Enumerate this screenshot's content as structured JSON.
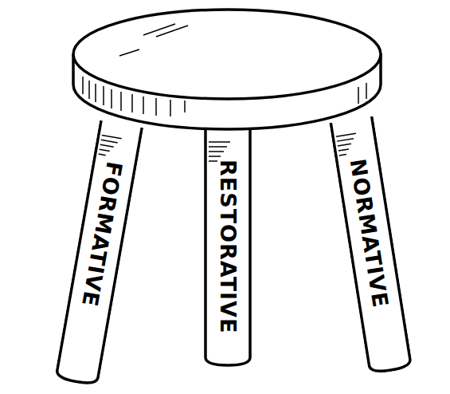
{
  "diagram": {
    "nodes": [
      {
        "text": [
          "FORMATIVE"
        ]
      },
      {
        "text": [
          "RESTORATIVE"
        ]
      },
      {
        "text": [
          "NORMATIVE"
        ]
      }
    ]
  }
}
